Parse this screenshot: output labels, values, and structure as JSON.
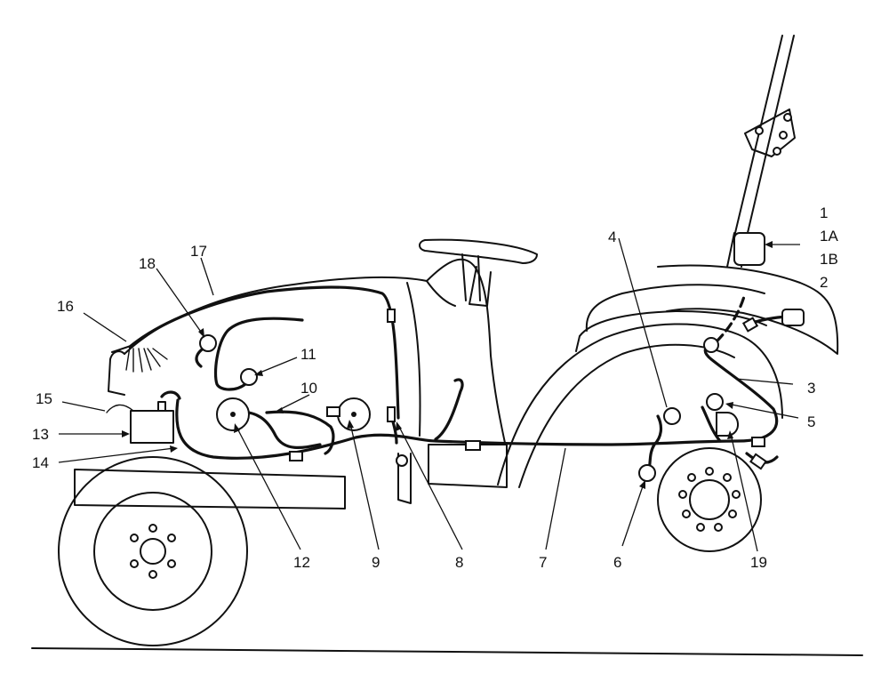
{
  "callouts": [
    {
      "id": "c1",
      "text": "1"
    },
    {
      "id": "c1a",
      "text": "1A"
    },
    {
      "id": "c1b",
      "text": "1B"
    },
    {
      "id": "c2",
      "text": "2"
    },
    {
      "id": "c3",
      "text": "3"
    },
    {
      "id": "c4",
      "text": "4"
    },
    {
      "id": "c5",
      "text": "5"
    },
    {
      "id": "c6",
      "text": "6"
    },
    {
      "id": "c7",
      "text": "7"
    },
    {
      "id": "c8",
      "text": "8"
    },
    {
      "id": "c9",
      "text": "9"
    },
    {
      "id": "c10",
      "text": "10"
    },
    {
      "id": "c11",
      "text": "11"
    },
    {
      "id": "c12",
      "text": "12"
    },
    {
      "id": "c13",
      "text": "13"
    },
    {
      "id": "c14",
      "text": "14"
    },
    {
      "id": "c15",
      "text": "15"
    },
    {
      "id": "c16",
      "text": "16"
    },
    {
      "id": "c17",
      "text": "17"
    },
    {
      "id": "c18",
      "text": "18"
    },
    {
      "id": "c19",
      "text": "19"
    }
  ],
  "colors": {
    "ink": "#111111",
    "paper": "#ffffff"
  }
}
